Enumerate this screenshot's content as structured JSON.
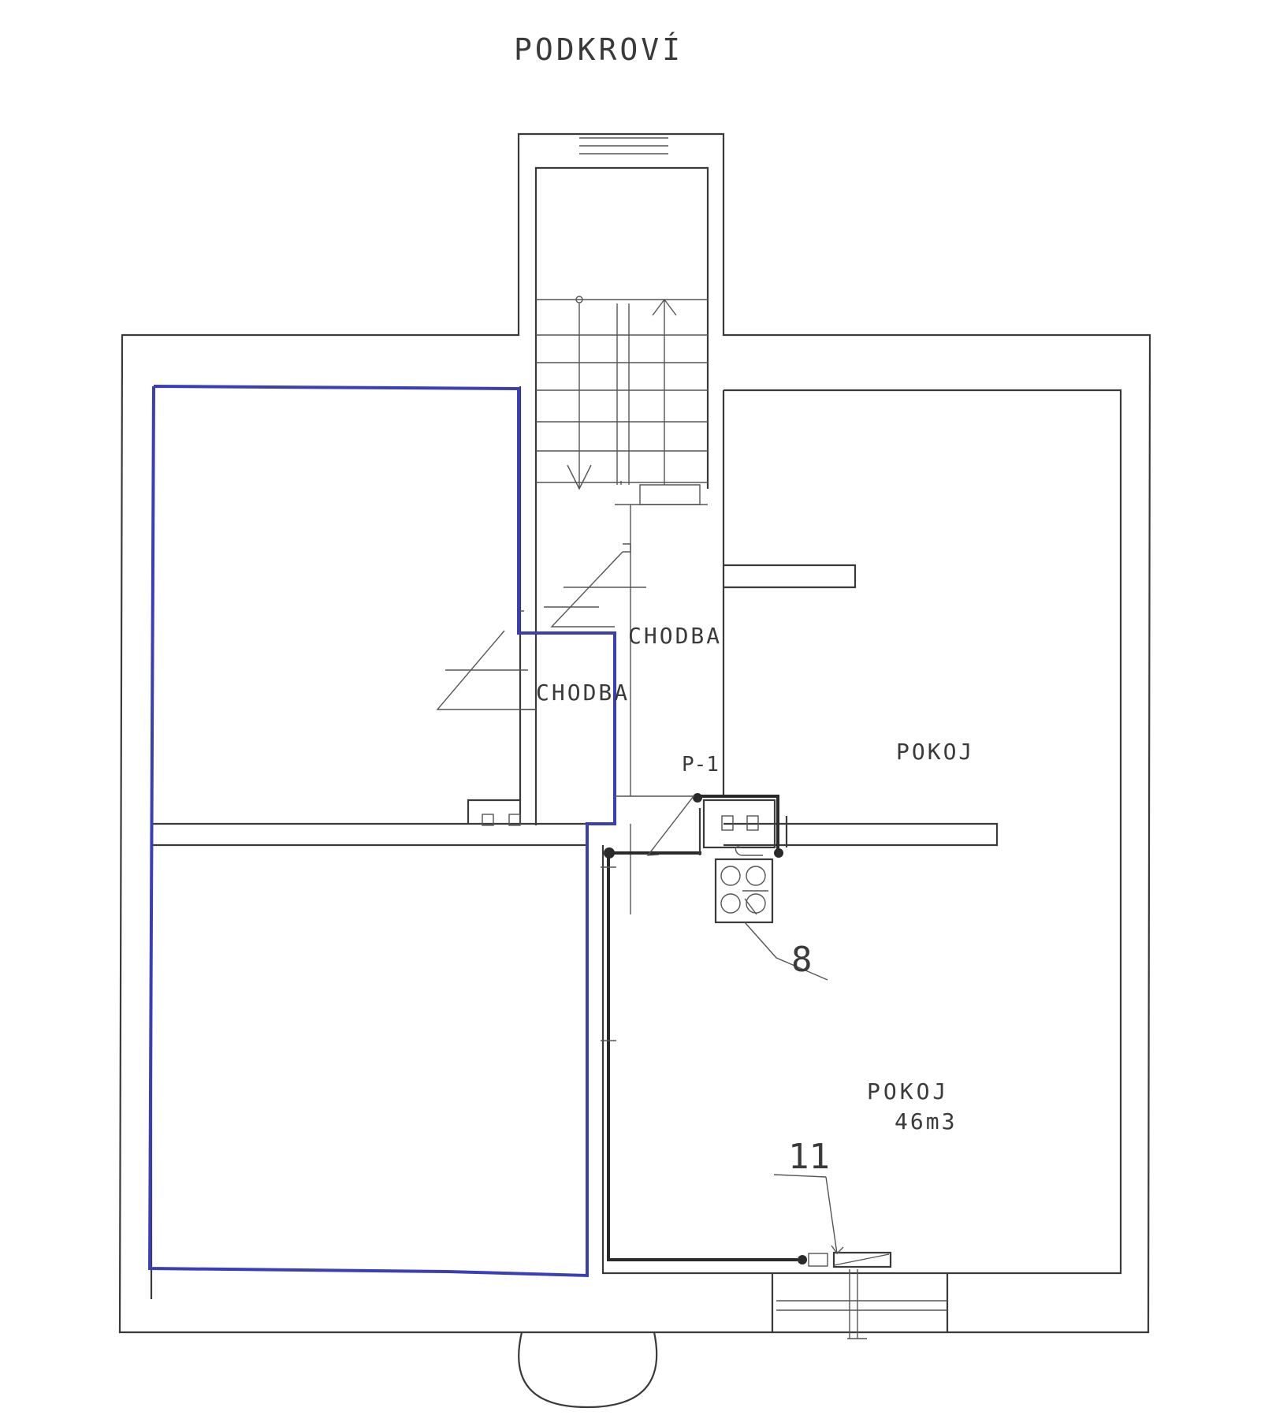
{
  "title": "PODKROVÍ",
  "rooms": {
    "chodba_upper": "CHODBA",
    "chodba_lower": "CHODBA",
    "pokoj_upper": "POKOJ",
    "pokoj_lower": "POKOJ",
    "pokoj_lower_volume": "46m3"
  },
  "equipment": {
    "p1_label": "P-1",
    "ref_8": "8",
    "ref_11": "11"
  },
  "colors": {
    "highlight": "#3a3fb8",
    "lines": "#3a3a3a"
  }
}
